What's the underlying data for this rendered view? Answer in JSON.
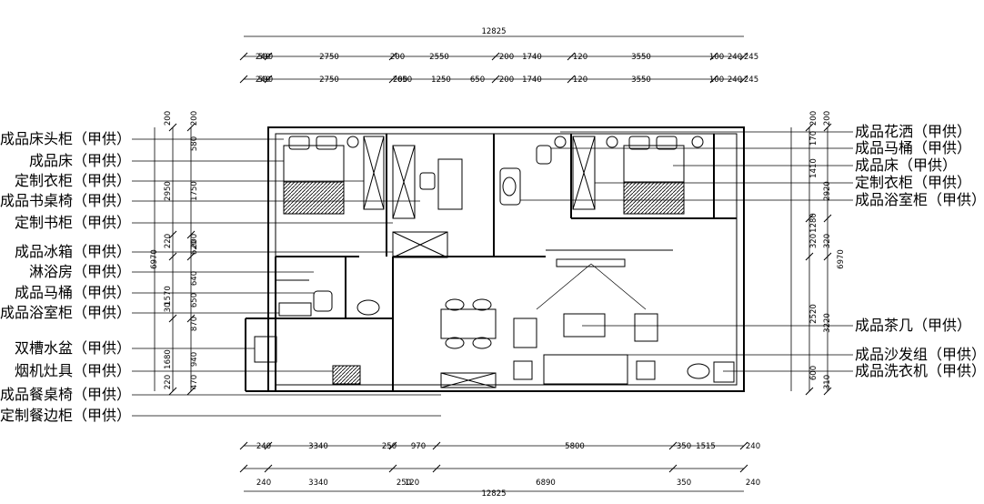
{
  "left_labels": [
    "成品床头柜（甲供）",
    "成品床（甲供）",
    "定制衣柜（甲供）",
    "成品书桌椅（甲供）",
    "定制书柜（甲供）",
    "成品冰箱（甲供）",
    "淋浴房（甲供）",
    "成品马桶（甲供）",
    "成品浴室柜（甲供）",
    "双槽水盆（甲供）",
    "烟机灶具（甲供）",
    "成品餐桌椅（甲供）",
    "定制餐边柜（甲供）"
  ],
  "right_labels": [
    "成品花洒（甲供）",
    "成品马桶（甲供）",
    "成品床（甲供）",
    "定制衣柜（甲供）",
    "成品浴室柜（甲供）",
    "成品茶几（甲供）",
    "成品沙发组（甲供）",
    "成品洗衣机（甲供）"
  ],
  "dims": {
    "top_total": "12825",
    "top_row1": [
      "240",
      "590",
      "2750",
      "200",
      "2550",
      "200",
      "1740",
      "120",
      "3550",
      "100",
      "240",
      "245"
    ],
    "top_row2": [
      "240",
      "590",
      "2750",
      "200",
      "650",
      "1250",
      "650",
      "200",
      "1740",
      "120",
      "3550",
      "100",
      "240",
      "245"
    ],
    "bottom_row1": [
      "240",
      "3340",
      "250",
      "970",
      "5800",
      "350",
      "1515",
      "240"
    ],
    "bottom_row2": [
      "240",
      "3340",
      "250",
      "120",
      "6890",
      "350",
      "240"
    ],
    "bottom_total": "12825",
    "left_outer": [
      "200",
      "2950",
      "220",
      "1570",
      "30",
      "1680",
      "220"
    ],
    "left_outer_total": "6970",
    "left_inner": [
      "200",
      "580",
      "1750",
      "200",
      "620",
      "640",
      "650",
      "870",
      "940",
      "470"
    ],
    "right_outer": [
      "200",
      "2920",
      "320",
      "3220",
      "310"
    ],
    "right_outer_total": "6970",
    "right_inner": [
      "200",
      "170",
      "1410",
      "1280",
      "320",
      "2520",
      "600"
    ]
  }
}
